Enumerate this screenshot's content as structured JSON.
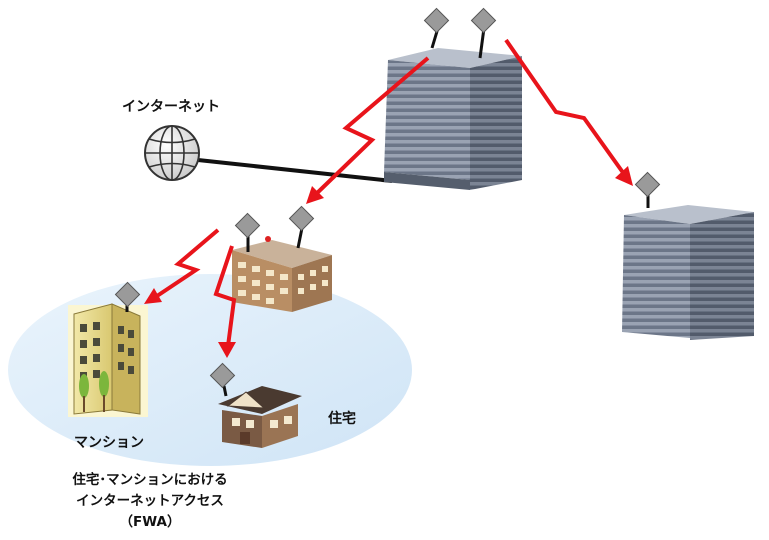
{
  "labels": {
    "internet": "インターネット",
    "mansion": "マンション",
    "house": "住宅",
    "caption_line1": "住宅･マンションにおける",
    "caption_line2": "インターネットアクセス",
    "caption_line3": "（FWA）"
  },
  "colors": {
    "radio_link": "#e8141b",
    "wired_link": "#111111",
    "building": "#7a8496",
    "ellipse_fill": "#dcecfa",
    "antenna": "#9a9a9a"
  }
}
